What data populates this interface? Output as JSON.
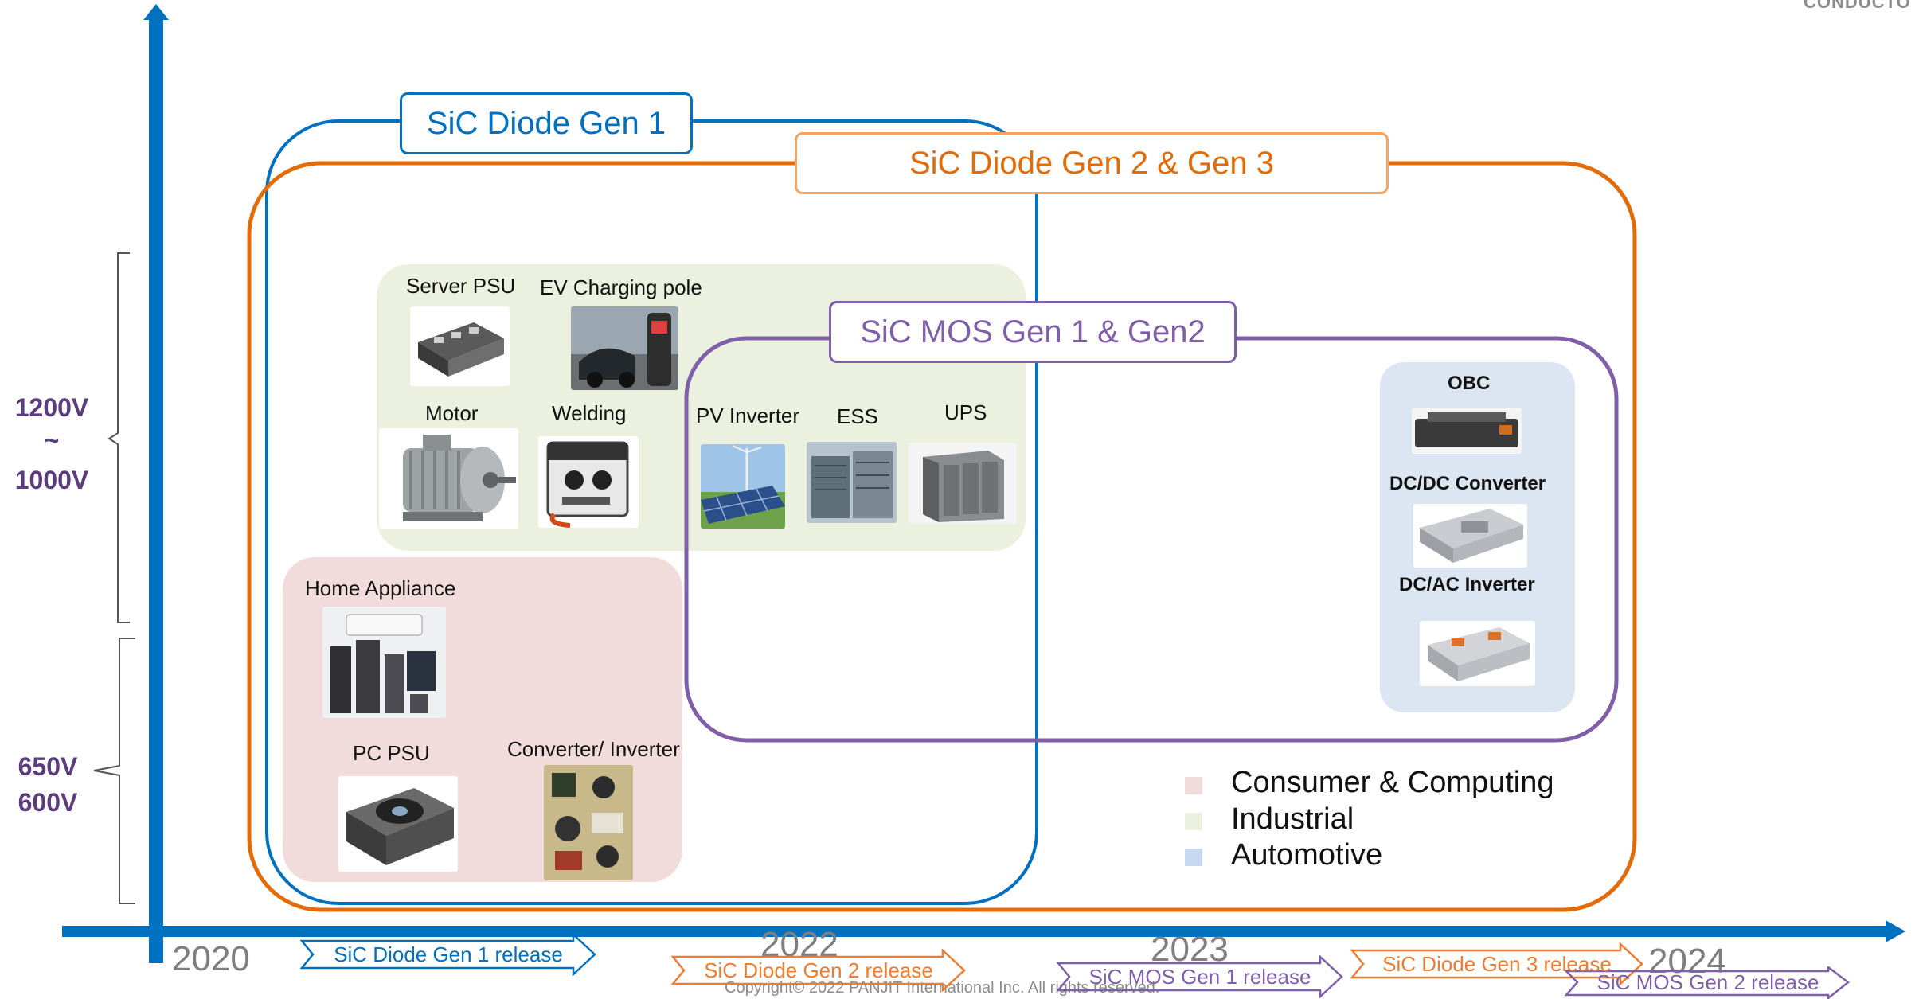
{
  "corner_text": "CONDUCTO",
  "voltage_labels": {
    "upper_top": "1200V",
    "upper_mid": "~",
    "upper_bottom": "1000V",
    "lower_top": "650V",
    "lower_bottom": "600V"
  },
  "groups": {
    "diode_gen1": "SiC Diode Gen 1",
    "diode_gen23": "SiC Diode Gen 2 & Gen 3",
    "mos_gen12": "SiC MOS Gen 1 & Gen2"
  },
  "applications": {
    "server_psu": "Server PSU",
    "ev_charging": "EV Charging pole",
    "motor": "Motor",
    "welding": "Welding",
    "pv_inverter": "PV Inverter",
    "ess": "ESS",
    "ups": "UPS",
    "home_appliance": "Home Appliance",
    "pc_psu": "PC PSU",
    "converter_inverter": "Converter/ Inverter",
    "obc": "OBC",
    "dcdc": "DC/DC Converter",
    "dcac": "DC/AC Inverter"
  },
  "legend": [
    {
      "label": "Consumer & Computing",
      "color": "#f2dcdb"
    },
    {
      "label": "Industrial",
      "color": "#ebf1de"
    },
    {
      "label": "Automotive",
      "color": "#c5d9f1"
    }
  ],
  "years": [
    "2020",
    "2022",
    "2023",
    "2024"
  ],
  "releases": [
    {
      "label": "SiC Diode Gen 1 release",
      "color": "#0070c0"
    },
    {
      "label": "SiC Diode Gen 2 release",
      "color": "#ed7d31"
    },
    {
      "label": "SiC MOS Gen 1 release",
      "color": "#7f5fa8"
    },
    {
      "label": "SiC Diode Gen 3 release",
      "color": "#ed7d31"
    },
    {
      "label": "SiC MOS Gen 2 release",
      "color": "#7f5fa8"
    }
  ],
  "colors": {
    "axis": "#0070c0",
    "diode_gen1": "#0070c0",
    "diode_gen23": "#e36c09",
    "mos": "#7f5fa8",
    "consumer_zone": "#f2dcdb",
    "industrial_zone": "#ebf1de",
    "automotive_zone": "#dce6f2"
  },
  "icons": [
    "server-rack-icon",
    "ev-charger-icon",
    "electric-motor-icon",
    "welder-icon",
    "solar-panel-icon",
    "battery-storage-icon",
    "ups-cabinet-icon",
    "home-appliance-icon",
    "pc-psu-icon",
    "pcb-board-icon",
    "obc-module-icon",
    "dcdc-module-icon",
    "dcac-module-icon"
  ],
  "footer": "Copyright© 2022 PANJIT International Inc. All rights reserved."
}
